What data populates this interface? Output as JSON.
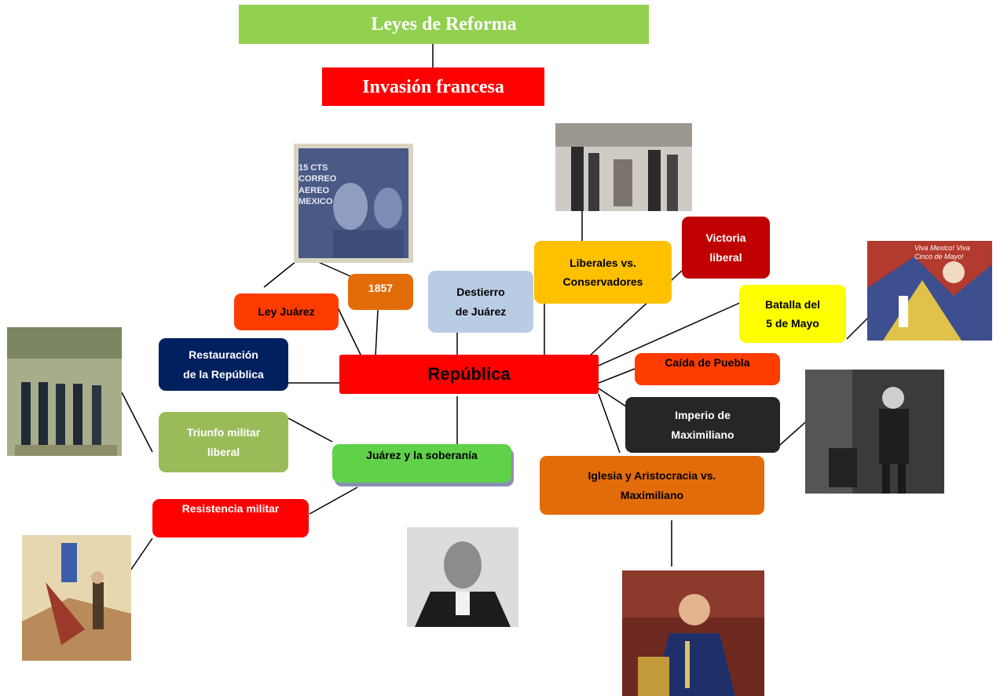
{
  "title": "Leyes de Reforma",
  "subtitle": "Invasión francesa",
  "center": "República",
  "nodes": {
    "ley_juarez": "Ley Juárez",
    "y1857": "1857",
    "destierro": "Destierro\nde Juárez",
    "liberales": "Liberales vs.\nConservadores",
    "victoria": "Victoria\nliberal",
    "batalla": "Batalla del\n5 de Mayo",
    "caida": "Caída de Puebla",
    "imperio": "Imperio de\nMaximiliano",
    "iglesia": "Iglesia  y Aristocracia vs.\nMaximiliano",
    "restauracion": "Restauración\nde la República",
    "triunfo": "Triunfo militar\nliberal",
    "soberania": "Juárez y la soberanía",
    "resistencia": "Resistencia militar"
  },
  "images": {
    "stamp": "15 CTS CORREO AEREO MEXICO",
    "poster": "Viva Mexico! Viva Cinco de Mayo!"
  },
  "colors": {
    "title_bg": "#92d050",
    "subtitle_bg": "#ff0000",
    "center_bg": "#ff0000",
    "orange_red": "#ff3c00",
    "orange": "#e36c0a",
    "light_blue": "#b8cce4",
    "gold": "#ffc000",
    "dark_red": "#c00000",
    "yellow": "#ffff00",
    "dark_grey": "#262626",
    "navy": "#002060",
    "olive_green": "#9bbb59",
    "green": "#5fd24a"
  }
}
